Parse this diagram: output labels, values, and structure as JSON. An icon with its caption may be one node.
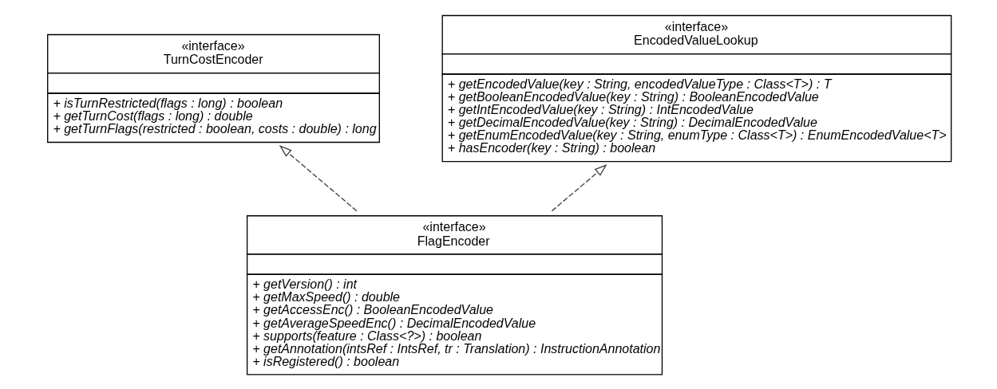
{
  "diagram": {
    "nodes": [
      {
        "text": [
          "«interface»",
          "TurnCostEncoder",
          "+ isTurnRestricted(flags : long) : boolean",
          "+ getTurnCost(flags : long) : double",
          "+ getTurnFlags(restricted : boolean, costs : double) : long"
        ]
      },
      {
        "text": [
          "«interface»",
          "EncodedValueLookup",
          "+ getEncodedValue(key : String, encodedValueType : Class<T>) : T",
          "+ getBooleanEncodedValue(key : String) : BooleanEncodedValue",
          "+ getIntEncodedValue(key : String) : IntEncodedValue",
          "+ getDecimalEncodedValue(key : String) : DecimalEncodedValue",
          "+ getEnumEncodedValue(key : String, enumType : Class<T>) : EnumEncodedValue<T>",
          "+ hasEncoder(key : String) : boolean"
        ]
      },
      {
        "text": [
          "«interface»",
          "FlagEncoder",
          "+ getVersion() : int",
          "+ getMaxSpeed() : double",
          "+ getAccessEnc() : BooleanEncodedValue",
          "+ getAverageSpeedEnc() : DecimalEncodedValue",
          "+ supports(feature : Class<?>) : boolean",
          "+ getAnnotation(intsRef : IntsRef, tr : Translation) : InstructionAnnotation",
          "+ isRegistered() : boolean"
        ]
      }
    ],
    "edges": [
      {
        "from": 2,
        "to": 0,
        "arrow": "to",
        "style": "dashed"
      },
      {
        "from": 2,
        "to": 1,
        "arrow": "to",
        "style": "dashed"
      }
    ]
  }
}
